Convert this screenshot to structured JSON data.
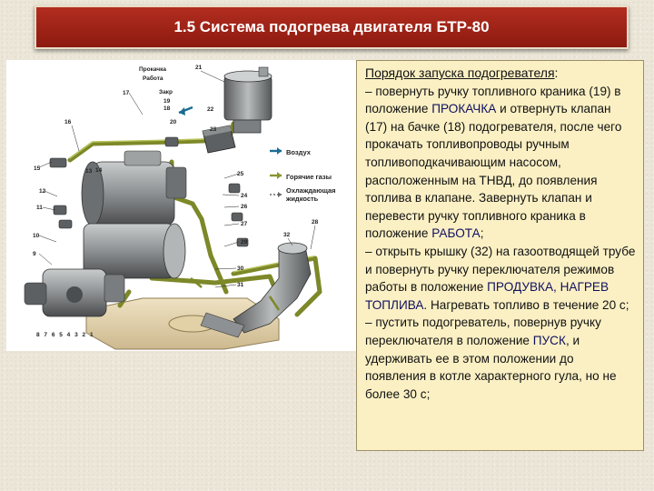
{
  "header": {
    "title": "1.5 Система подогрева двигателя БТР-80"
  },
  "figure": {
    "labels": {
      "prokachka": "Прокачка",
      "rabota": "Работа",
      "zakr": "Закр",
      "legend_air": "Воздух",
      "legend_gas": "Горячие газы",
      "legend_coolant_1": "Охлаждающая",
      "legend_coolant_2": "жидкость",
      "bottom_numbers": "8 7 6 5 4 3 2 1"
    },
    "callouts": [
      "21",
      "17",
      "19",
      "18",
      "22",
      "16",
      "20",
      "23",
      "15",
      "13",
      "14",
      "12",
      "11",
      "10",
      "9",
      "24",
      "25",
      "26",
      "27",
      "28",
      "29",
      "30",
      "31",
      "32"
    ]
  },
  "instructions": {
    "heading": "Порядок запуска подогревателя",
    "heading_colon": ":",
    "p1_a": "– повернуть ручку топливного краника (19) в положение",
    "p1_kw1": "ПРОКАЧКА",
    "p1_b": "и отвернуть клапан (17) на бачке (18) подогревателя, после чего прокачать топливопроводы ручным топливоподкачивающим насосом, расположенным на ТНВД, до появления топлива в клапане. Завернуть клапан и перевести ручку топливного краника в положение",
    "p1_kw2": "РАБОТА",
    "p1_c": ";",
    "p2_a": "– открыть крышку (32) на газоотводящей трубе и повернуть ручку переключателя режимов работы в положение",
    "p2_kw1": "ПРОДУВКА",
    "p2_sep": ",",
    "p2_kw2": "НАГРЕВ ТОПЛИВА",
    "p2_b": ". Нагревать топливо в течение 20 с;",
    "p3_a": "– пустить подогреватель, повернув ручку переключателя в положение",
    "p3_kw1": "ПУСК",
    "p3_b": ", и удерживать ее в этом положении до появления в котле характерного гула, но не более 30 с;"
  },
  "colors": {
    "title_bg": "#9e2215",
    "text_box_bg": "#fbf0c4",
    "coolant_pipe": "#8a9530",
    "metal": "#8d9092",
    "background": "#ece6d8"
  }
}
